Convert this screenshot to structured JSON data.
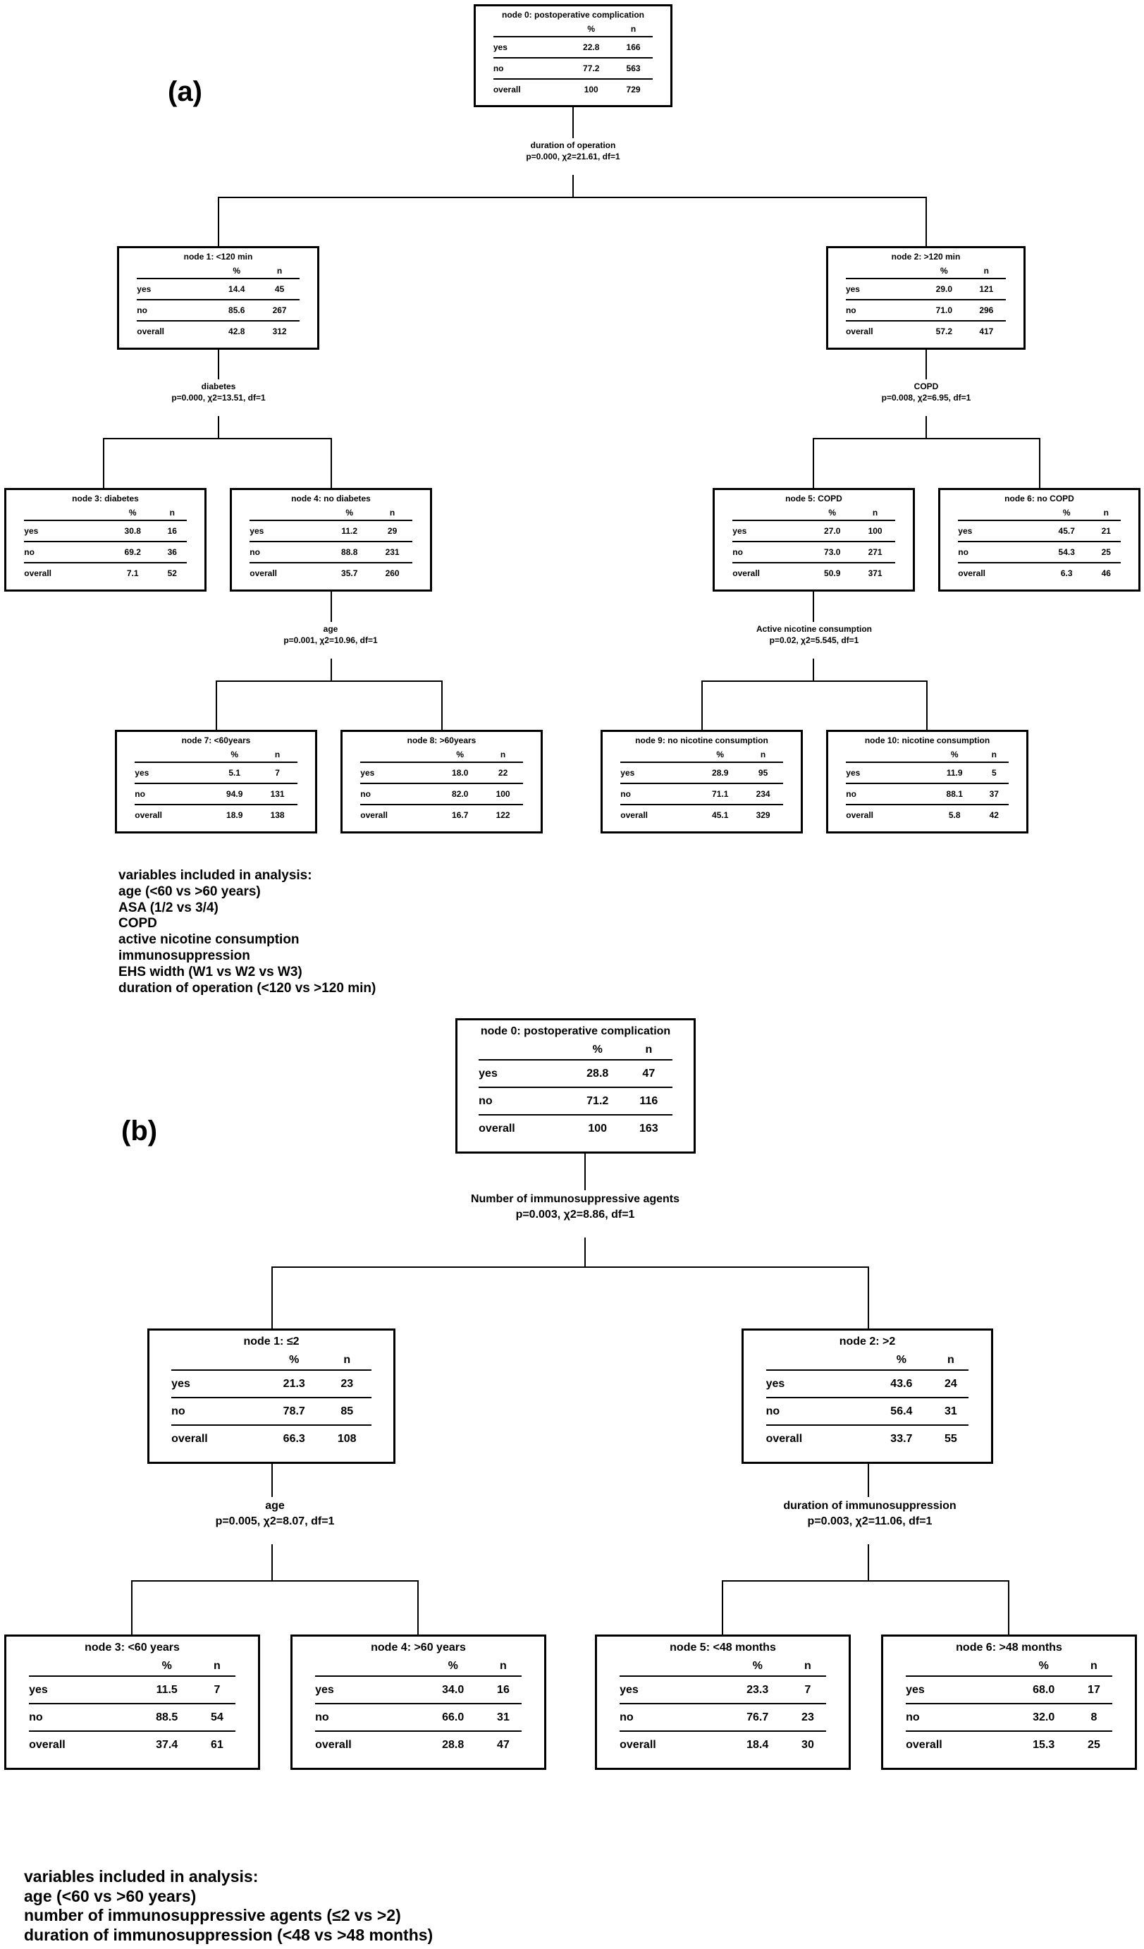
{
  "panels": [
    {
      "label": "(a)",
      "nodes": [
        {
          "title": "node 0: postoperative complication",
          "pct_header": "%",
          "n_header": "n",
          "rows": [
            {
              "label": "yes",
              "pct": "22.8",
              "n": "166"
            },
            {
              "label": "no",
              "pct": "77.2",
              "n": "563"
            },
            {
              "label": "overall",
              "pct": "100",
              "n": "729"
            }
          ]
        },
        {
          "title": "node 1: <120 min",
          "pct_header": "%",
          "n_header": "n",
          "rows": [
            {
              "label": "yes",
              "pct": "14.4",
              "n": "45"
            },
            {
              "label": "no",
              "pct": "85.6",
              "n": "267"
            },
            {
              "label": "overall",
              "pct": "42.8",
              "n": "312"
            }
          ]
        },
        {
          "title": "node 2: >120 min",
          "pct_header": "%",
          "n_header": "n",
          "rows": [
            {
              "label": "yes",
              "pct": "29.0",
              "n": "121"
            },
            {
              "label": "no",
              "pct": "71.0",
              "n": "296"
            },
            {
              "label": "overall",
              "pct": "57.2",
              "n": "417"
            }
          ]
        },
        {
          "title": "node 3: diabetes",
          "pct_header": "%",
          "n_header": "n",
          "rows": [
            {
              "label": "yes",
              "pct": "30.8",
              "n": "16"
            },
            {
              "label": "no",
              "pct": "69.2",
              "n": "36"
            },
            {
              "label": "overall",
              "pct": "7.1",
              "n": "52"
            }
          ]
        },
        {
          "title": "node 4: no diabetes",
          "pct_header": "%",
          "n_header": "n",
          "rows": [
            {
              "label": "yes",
              "pct": "11.2",
              "n": "29"
            },
            {
              "label": "no",
              "pct": "88.8",
              "n": "231"
            },
            {
              "label": "overall",
              "pct": "35.7",
              "n": "260"
            }
          ]
        },
        {
          "title": "node 5: COPD",
          "pct_header": "%",
          "n_header": "n",
          "rows": [
            {
              "label": "yes",
              "pct": "27.0",
              "n": "100"
            },
            {
              "label": "no",
              "pct": "73.0",
              "n": "271"
            },
            {
              "label": "overall",
              "pct": "50.9",
              "n": "371"
            }
          ]
        },
        {
          "title": "node 6: no COPD",
          "pct_header": "%",
          "n_header": "n",
          "rows": [
            {
              "label": "yes",
              "pct": "45.7",
              "n": "21"
            },
            {
              "label": "no",
              "pct": "54.3",
              "n": "25"
            },
            {
              "label": "overall",
              "pct": "6.3",
              "n": "46"
            }
          ]
        },
        {
          "title": "node 7: <60years",
          "pct_header": "%",
          "n_header": "n",
          "rows": [
            {
              "label": "yes",
              "pct": "5.1",
              "n": "7"
            },
            {
              "label": "no",
              "pct": "94.9",
              "n": "131"
            },
            {
              "label": "overall",
              "pct": "18.9",
              "n": "138"
            }
          ]
        },
        {
          "title": "node 8: >60years",
          "pct_header": "%",
          "n_header": "n",
          "rows": [
            {
              "label": "yes",
              "pct": "18.0",
              "n": "22"
            },
            {
              "label": "no",
              "pct": "82.0",
              "n": "100"
            },
            {
              "label": "overall",
              "pct": "16.7",
              "n": "122"
            }
          ]
        },
        {
          "title": "node 9: no nicotine consumption",
          "pct_header": "%",
          "n_header": "n",
          "rows": [
            {
              "label": "yes",
              "pct": "28.9",
              "n": "95"
            },
            {
              "label": "no",
              "pct": "71.1",
              "n": "234"
            },
            {
              "label": "overall",
              "pct": "45.1",
              "n": "329"
            }
          ]
        },
        {
          "title": "node 10: nicotine consumption",
          "pct_header": "%",
          "n_header": "n",
          "rows": [
            {
              "label": "yes",
              "pct": "11.9",
              "n": "5"
            },
            {
              "label": "no",
              "pct": "88.1",
              "n": "37"
            },
            {
              "label": "overall",
              "pct": "5.8",
              "n": "42"
            }
          ]
        }
      ],
      "splits": [
        {
          "variable": "duration of operation",
          "stats": "p=0.000, χ2=21.61, df=1"
        },
        {
          "variable": "diabetes",
          "stats": "p=0.000, χ2=13.51, df=1"
        },
        {
          "variable": "COPD",
          "stats": "p=0.008, χ2=6.95, df=1"
        },
        {
          "variable": "age",
          "stats": "p=0.001, χ2=10.96, df=1"
        },
        {
          "variable": "Active nicotine consumption",
          "stats": "p=0.02, χ2=5.545, df=1"
        }
      ],
      "variables": {
        "heading": "variables included in analysis:",
        "items": [
          "age (<60 vs >60 years)",
          "ASA (1/2 vs 3/4)",
          "COPD",
          "active nicotine consumption",
          "immunosuppression",
          "EHS width (W1 vs W2 vs W3)",
          "duration of operation (<120 vs >120 min)"
        ]
      }
    },
    {
      "label": "(b)",
      "nodes": [
        {
          "title": "node 0: postoperative complication",
          "pct_header": "%",
          "n_header": "n",
          "rows": [
            {
              "label": "yes",
              "pct": "28.8",
              "n": "47"
            },
            {
              "label": "no",
              "pct": "71.2",
              "n": "116"
            },
            {
              "label": "overall",
              "pct": "100",
              "n": "163"
            }
          ]
        },
        {
          "title": "node 1: ≤2",
          "pct_header": "%",
          "n_header": "n",
          "rows": [
            {
              "label": "yes",
              "pct": "21.3",
              "n": "23"
            },
            {
              "label": "no",
              "pct": "78.7",
              "n": "85"
            },
            {
              "label": "overall",
              "pct": "66.3",
              "n": "108"
            }
          ]
        },
        {
          "title": "node 2: >2",
          "pct_header": "%",
          "n_header": "n",
          "rows": [
            {
              "label": "yes",
              "pct": "43.6",
              "n": "24"
            },
            {
              "label": "no",
              "pct": "56.4",
              "n": "31"
            },
            {
              "label": "overall",
              "pct": "33.7",
              "n": "55"
            }
          ]
        },
        {
          "title": "node 3: <60 years",
          "pct_header": "%",
          "n_header": "n",
          "rows": [
            {
              "label": "yes",
              "pct": "11.5",
              "n": "7"
            },
            {
              "label": "no",
              "pct": "88.5",
              "n": "54"
            },
            {
              "label": "overall",
              "pct": "37.4",
              "n": "61"
            }
          ]
        },
        {
          "title": "node 4: >60 years",
          "pct_header": "%",
          "n_header": "n",
          "rows": [
            {
              "label": "yes",
              "pct": "34.0",
              "n": "16"
            },
            {
              "label": "no",
              "pct": "66.0",
              "n": "31"
            },
            {
              "label": "overall",
              "pct": "28.8",
              "n": "47"
            }
          ]
        },
        {
          "title": "node 5: <48 months",
          "pct_header": "%",
          "n_header": "n",
          "rows": [
            {
              "label": "yes",
              "pct": "23.3",
              "n": "7"
            },
            {
              "label": "no",
              "pct": "76.7",
              "n": "23"
            },
            {
              "label": "overall",
              "pct": "18.4",
              "n": "30"
            }
          ]
        },
        {
          "title": "node 6: >48 months",
          "pct_header": "%",
          "n_header": "n",
          "rows": [
            {
              "label": "yes",
              "pct": "68.0",
              "n": "17"
            },
            {
              "label": "no",
              "pct": "32.0",
              "n": "8"
            },
            {
              "label": "overall",
              "pct": "15.3",
              "n": "25"
            }
          ]
        }
      ],
      "splits": [
        {
          "variable": "Number of immunosuppressive agents",
          "stats": "p=0.003, χ2=8.86, df=1"
        },
        {
          "variable": "age",
          "stats": "p=0.005, χ2=8.07, df=1"
        },
        {
          "variable": "duration of immunosuppression",
          "stats": "p=0.003, χ2=11.06, df=1"
        }
      ],
      "variables": {
        "heading": "variables included in analysis:",
        "items": [
          "age (<60 vs >60 years)",
          "number of immunosuppressive agents (≤2 vs >2)",
          "duration of immunosuppression (<48 vs >48 months)"
        ]
      }
    }
  ]
}
